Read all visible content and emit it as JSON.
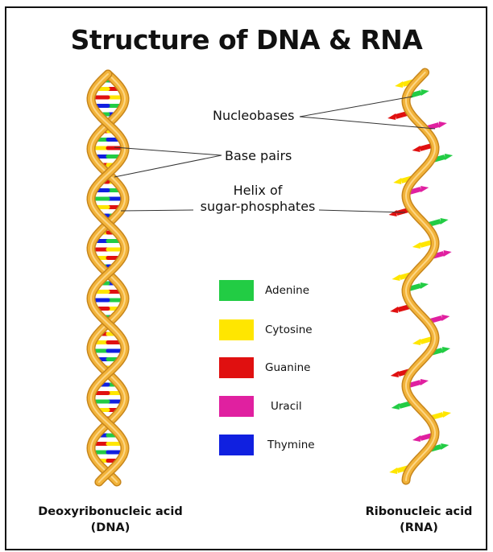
{
  "title": "Structure of DNA & RNA",
  "labels": {
    "nucleobases": "Nucleobases",
    "base_pairs": "Base pairs",
    "helix_line1": "Helix of",
    "helix_line2": "sugar-phosphates"
  },
  "legend": [
    {
      "name": "Adenine",
      "color": "#22cc44"
    },
    {
      "name": "Cytosine",
      "color": "#ffe600"
    },
    {
      "name": "Guanine",
      "color": "#e01010"
    },
    {
      "name": "Uracil",
      "color": "#e020a0"
    },
    {
      "name": "Thymine",
      "color": "#1020e0"
    }
  ],
  "captions": {
    "dna_line1": "Deoxyribonucleic acid",
    "dna_line2": "(DNA)",
    "rna_line1": "Ribonucleic acid",
    "rna_line2": "(RNA)"
  },
  "colors": {
    "backbone": "#f2b33a",
    "backbone_edge": "#c7861c",
    "backbone_highlight": "#ffe09a"
  }
}
